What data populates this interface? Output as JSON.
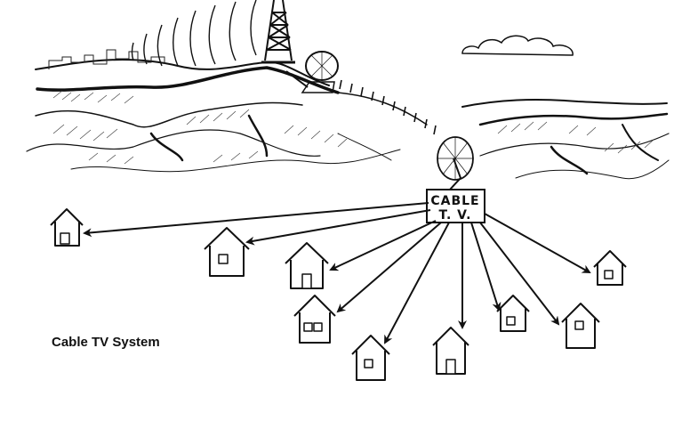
{
  "diagram": {
    "caption": "Cable TV System",
    "box_label_line1": "CABLE",
    "box_label_line2": "T. V.",
    "ink_color": "#111111",
    "paper_color": "#ffffff"
  }
}
